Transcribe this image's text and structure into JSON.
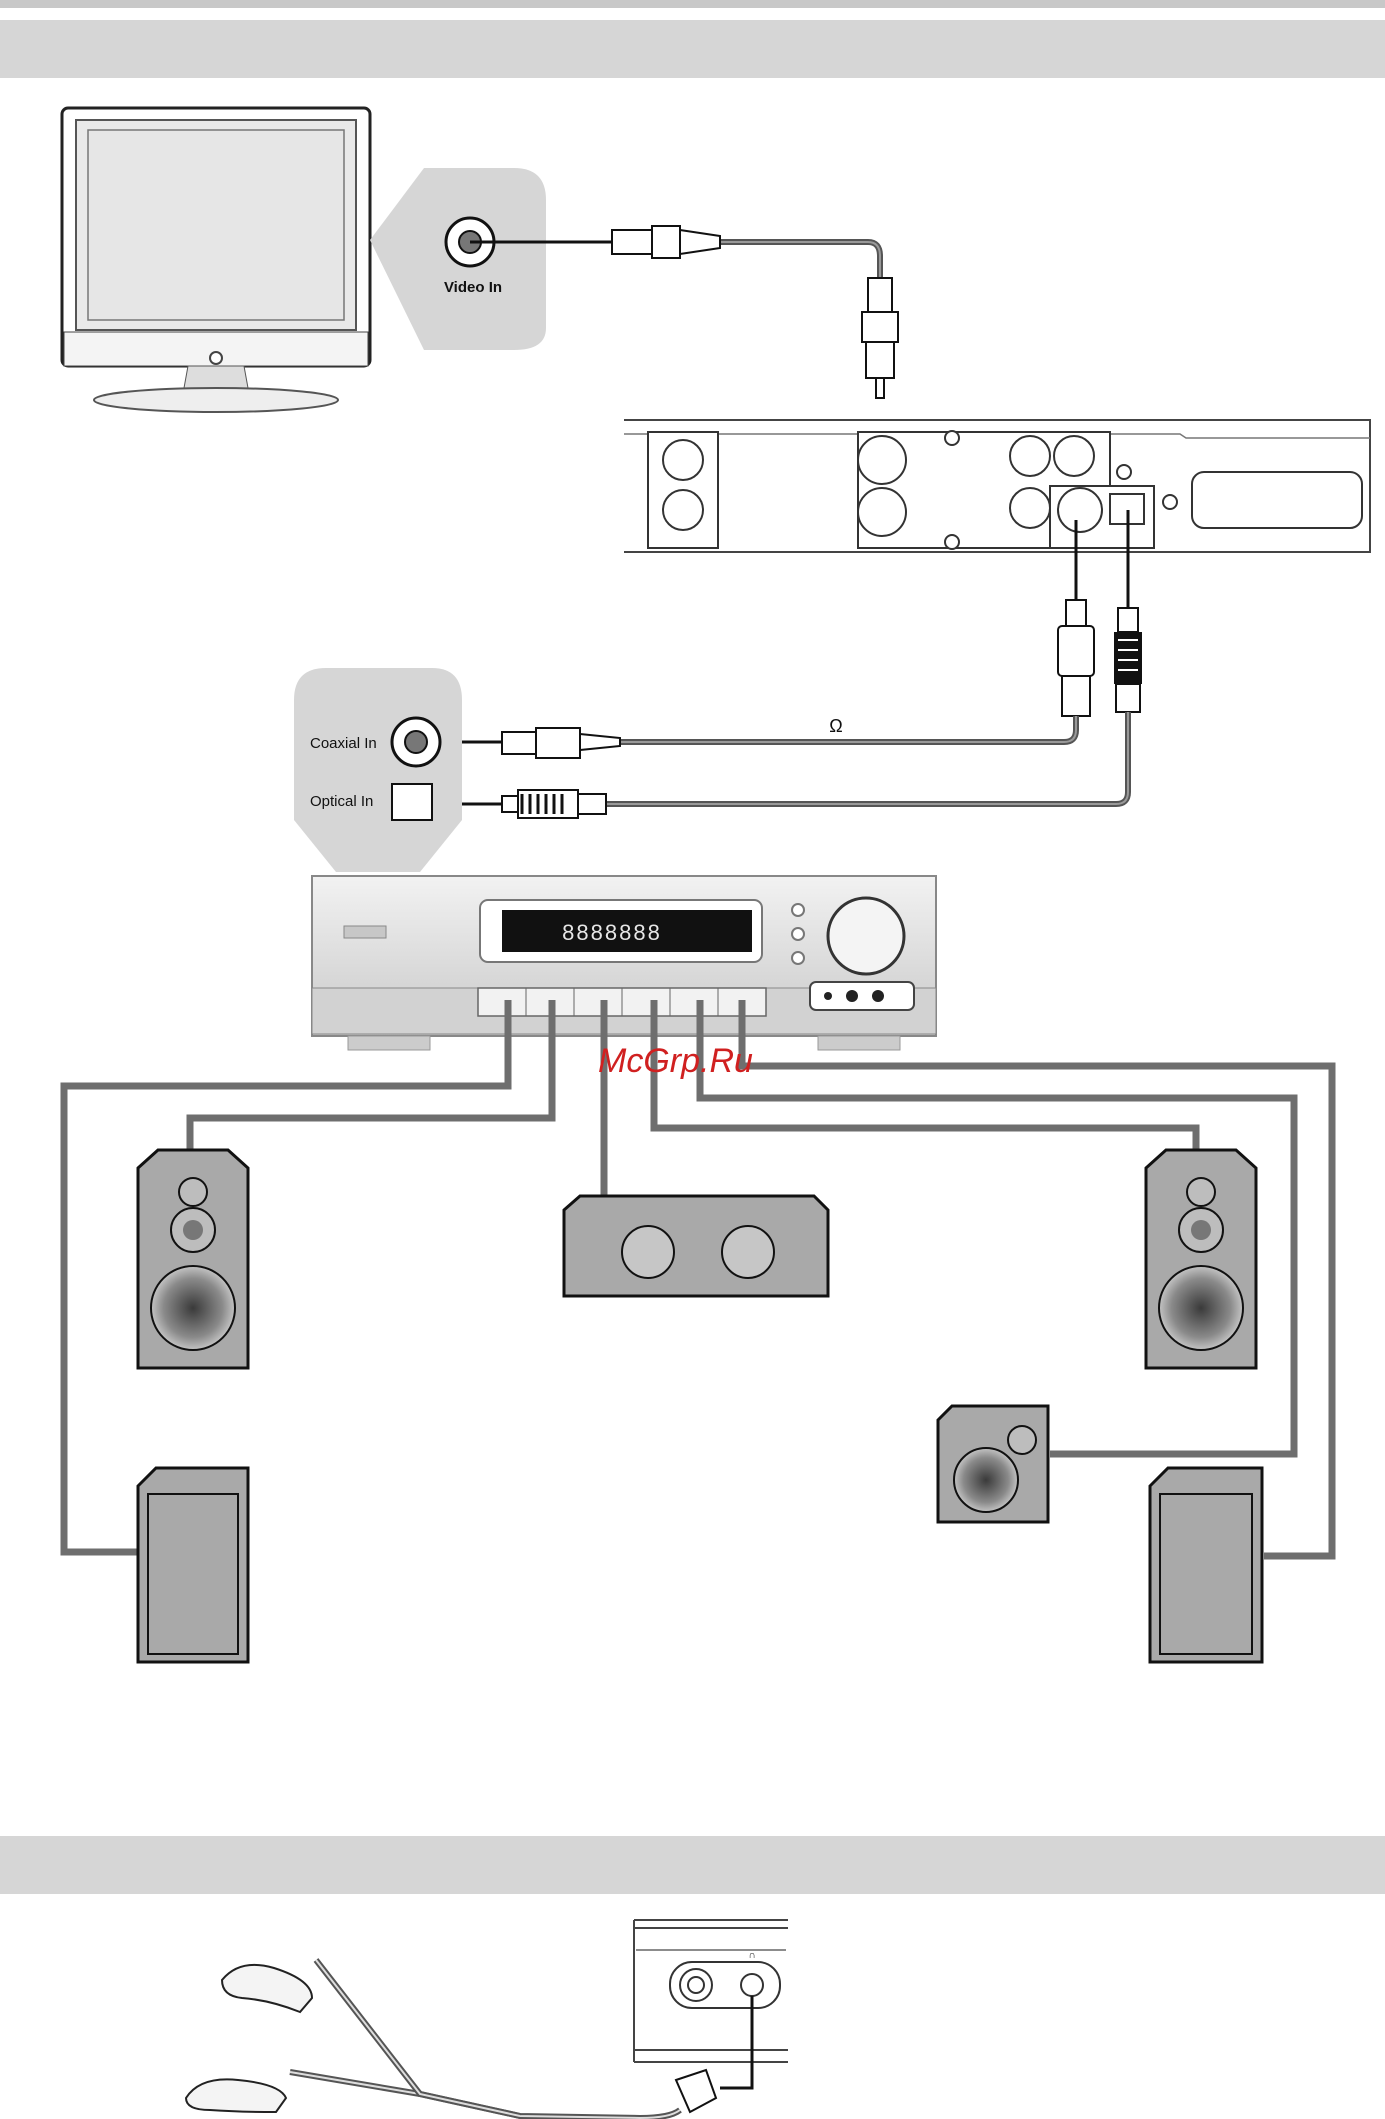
{
  "labels": {
    "video_in": "Video In",
    "coaxial_in": "Coaxial In",
    "optical_in": "Optical In",
    "ohm": "Ω"
  },
  "receiver": {
    "display": "8888888"
  },
  "watermark": {
    "text": "McGrp.Ru"
  },
  "colors": {
    "section_bar": "#d6d6d6",
    "speaker_fill": "#a9a9a9",
    "cable": "#6e6e6e",
    "watermark": "#d02020"
  }
}
